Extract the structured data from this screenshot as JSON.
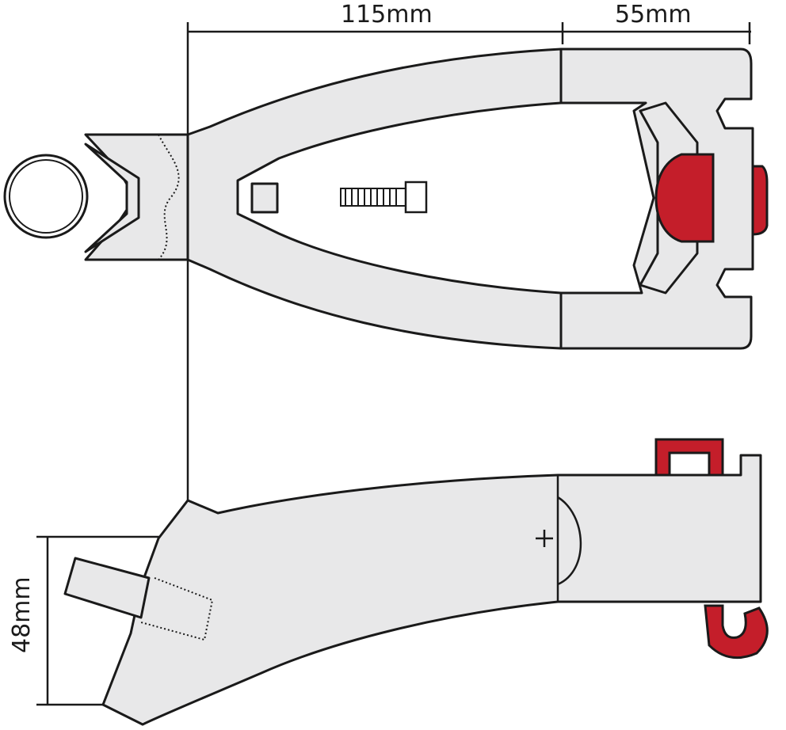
{
  "dimensions": {
    "length_fork": "115mm",
    "length_head": "55mm",
    "height": "48mm"
  },
  "colors": {
    "part_fill": "#e8e8e9",
    "accent_red": "#c41e2a",
    "outline": "#1a1a1a"
  }
}
